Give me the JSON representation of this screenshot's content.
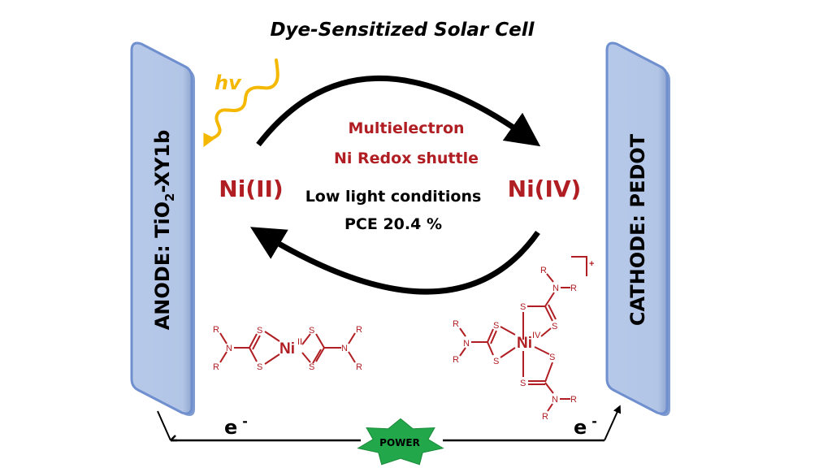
{
  "title": "Dye-Sensitized Solar Cell",
  "anode": {
    "label_prefix": "ANODE: TiO",
    "label_subscript": "2",
    "label_suffix": "-XY1b"
  },
  "cathode": {
    "label": "CATHODE: PEDOT"
  },
  "light": {
    "label": "hv"
  },
  "cycle": {
    "left_species": "Ni(II)",
    "right_species": "Ni(IV)",
    "line1": "Multielectron",
    "line2": "Ni Redox shuttle",
    "line3": "Low light conditions",
    "line4": "PCE 20.4 %"
  },
  "complex_ni2": {
    "metal": "Ni",
    "oxidation": "II",
    "atoms": {
      "R": "R",
      "N": "N",
      "S": "S"
    }
  },
  "complex_ni4": {
    "metal": "Ni",
    "oxidation": "IV",
    "charge": "+",
    "atoms": {
      "R": "R",
      "N": "N",
      "S": "S"
    }
  },
  "circuit": {
    "left_electron": "e",
    "right_electron": "e",
    "electron_charge": "-",
    "power_label": "POWER"
  },
  "colors": {
    "electrode_fill": "#b4c7e7",
    "electrode_edge": "#6f8fcf",
    "ni_red": "#b01e23",
    "light_yellow": "#f5b800",
    "power_green": "#22a84a"
  }
}
